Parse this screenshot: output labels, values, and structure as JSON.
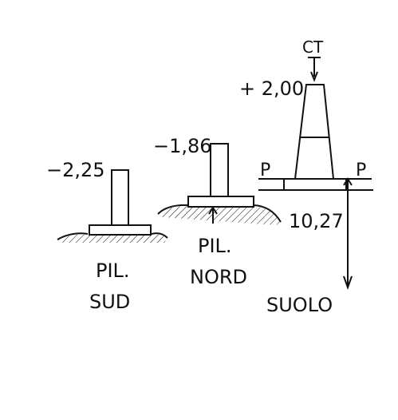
{
  "labels": {
    "elev_sud": "−2,25",
    "elev_nord": "−1,86",
    "elev_tower": "+ 2,00",
    "ct": "CT",
    "p_left": "P",
    "p_right": "P",
    "depth": "10,27",
    "pil_sud_line1": "PIL.",
    "pil_sud_line2": "SUD",
    "pil_nord_line1": "PIL.",
    "pil_nord_line2": "NORD",
    "suolo": "SUOLO"
  },
  "colors": {
    "ink": "#111111",
    "background": "#ffffff"
  }
}
